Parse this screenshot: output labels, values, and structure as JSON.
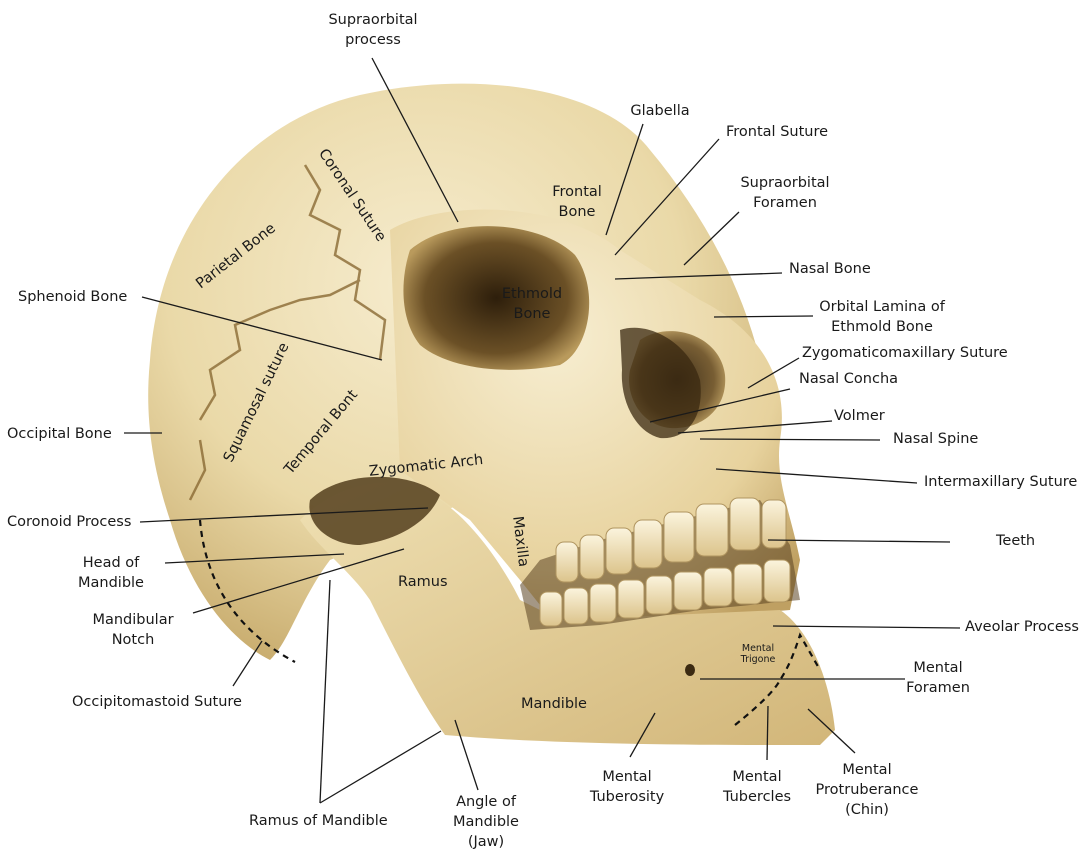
{
  "colors": {
    "bone_light": "#f3e7c4",
    "bone_mid": "#e4cf96",
    "bone_dark": "#a88a4c",
    "shadow": "#3b2a12",
    "line": "#1a1a1a"
  },
  "labels": {
    "supraorbital_process": [
      "Supraorbital",
      "process"
    ],
    "glabella": [
      "Glabella"
    ],
    "frontal_suture": [
      "Frontal Suture"
    ],
    "supraorbital_foramen": [
      "Supraorbital",
      "Foramen"
    ],
    "frontal_bone": [
      "Frontal",
      "Bone"
    ],
    "nasal_bone": [
      "Nasal Bone"
    ],
    "orbital_lamina": [
      "Orbital Lamina of",
      "Ethmold Bone"
    ],
    "zygomaticomaxillary_suture": [
      "Zygomaticomaxillary Suture"
    ],
    "nasal_concha": [
      "Nasal Concha"
    ],
    "volmer": [
      "Volmer"
    ],
    "nasal_spine": [
      "Nasal Spine"
    ],
    "intermaxillary_suture": [
      "Intermaxillary Suture"
    ],
    "teeth": [
      "Teeth"
    ],
    "aveolar_process": [
      "Aveolar Process"
    ],
    "mental_foramen": [
      "Mental",
      "Foramen"
    ],
    "mental_protuberance": [
      "Mental",
      "Protruberance",
      "(Chin)"
    ],
    "mental_tubercles": [
      "Mental",
      "Tubercles"
    ],
    "mental_tuberosity": [
      "Mental",
      "Tuberosity"
    ],
    "angle_of_mandible": [
      "Angle of",
      "Mandible",
      "(Jaw)"
    ],
    "ramus_of_mandible": [
      "Ramus of Mandible"
    ],
    "occipitomastoid_suture": [
      "Occipitomastoid Suture"
    ],
    "mandibular_notch": [
      "Mandibular",
      "Notch"
    ],
    "head_of_mandible": [
      "Head of",
      "Mandible"
    ],
    "coronoid_process": [
      "Coronoid Process"
    ],
    "occipital_bone": [
      "Occipital Bone"
    ],
    "sphenoid_bone": [
      "Sphenoid Bone"
    ],
    "ethmoid_bone": [
      "Ethmold",
      "Bone"
    ],
    "parietal_bone": [
      "Parietal Bone"
    ],
    "coronal_suture": [
      "Coronal Suture"
    ],
    "squamosal_suture": [
      "Squamosal suture"
    ],
    "temporal_bone": [
      "Temporal Bont"
    ],
    "zygomatic_arch": [
      "Zygomatic Arch"
    ],
    "maxilla": [
      "Maxilla"
    ],
    "ramus": [
      "Ramus"
    ],
    "mandible": [
      "Mandible"
    ],
    "mental_trigone": [
      "Mental",
      "Trigone"
    ]
  }
}
